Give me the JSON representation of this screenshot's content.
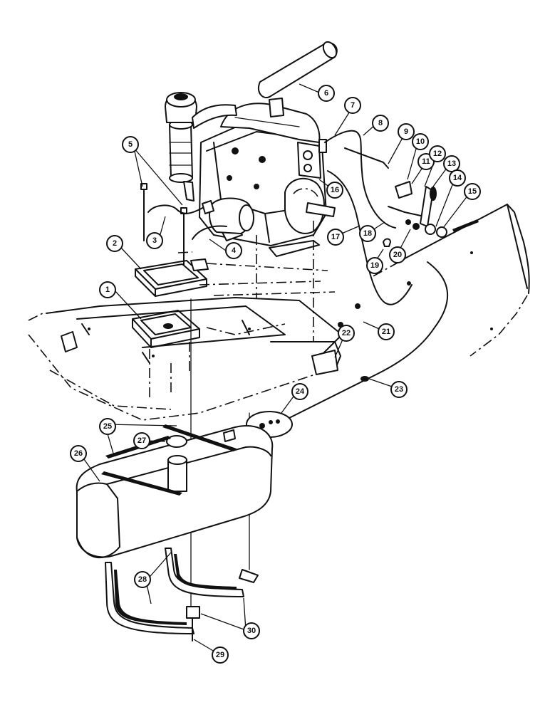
{
  "callouts": [
    {
      "label": "1"
    },
    {
      "label": "2"
    },
    {
      "label": "3"
    },
    {
      "label": "4"
    },
    {
      "label": "5"
    },
    {
      "label": "6"
    },
    {
      "label": "7"
    },
    {
      "label": "8"
    },
    {
      "label": "9"
    },
    {
      "label": "10"
    },
    {
      "label": "11"
    },
    {
      "label": "12"
    },
    {
      "label": "13"
    },
    {
      "label": "14"
    },
    {
      "label": "15"
    },
    {
      "label": "16"
    },
    {
      "label": "17"
    },
    {
      "label": "18"
    },
    {
      "label": "19"
    },
    {
      "label": "20"
    },
    {
      "label": "21"
    },
    {
      "label": "22"
    },
    {
      "label": "23"
    },
    {
      "label": "24"
    },
    {
      "label": "25"
    },
    {
      "label": "26"
    },
    {
      "label": "27"
    },
    {
      "label": "28"
    },
    {
      "label": "29"
    },
    {
      "label": "30"
    }
  ],
  "colors": {
    "ink": "#111111",
    "paper": "#ffffff"
  }
}
